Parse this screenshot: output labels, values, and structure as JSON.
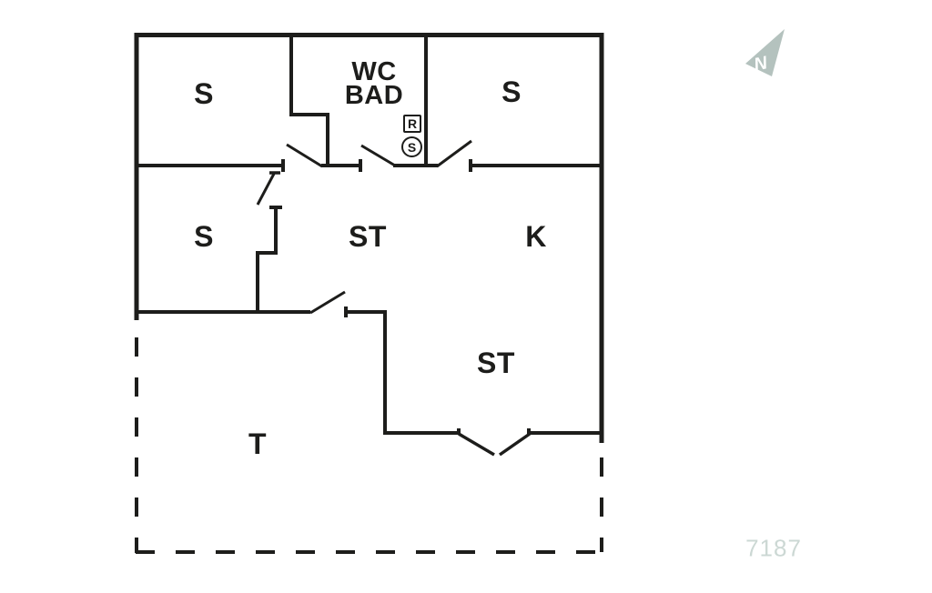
{
  "plan_number": "7187",
  "compass": {
    "label": "N"
  },
  "colors": {
    "wall": "#1d1d1b",
    "compass_arrow": "#b4c2be",
    "plan_number_text": "#ccd8d4",
    "background": "#ffffff"
  },
  "rooms": [
    {
      "name": "bedroom-top-left",
      "label": "S"
    },
    {
      "name": "wc-bath",
      "label": "WC\nBAD"
    },
    {
      "name": "bedroom-top-right",
      "label": "S"
    },
    {
      "name": "bedroom-mid-left",
      "label": "S"
    },
    {
      "name": "hallway",
      "label": "ST"
    },
    {
      "name": "kitchen",
      "label": "K"
    },
    {
      "name": "living-room",
      "label": "ST"
    },
    {
      "name": "terrace",
      "label": "T"
    }
  ],
  "symbols": [
    {
      "name": "symbol-r",
      "label": "R",
      "shape": "square"
    },
    {
      "name": "symbol-s",
      "label": "S",
      "shape": "circle"
    }
  ]
}
